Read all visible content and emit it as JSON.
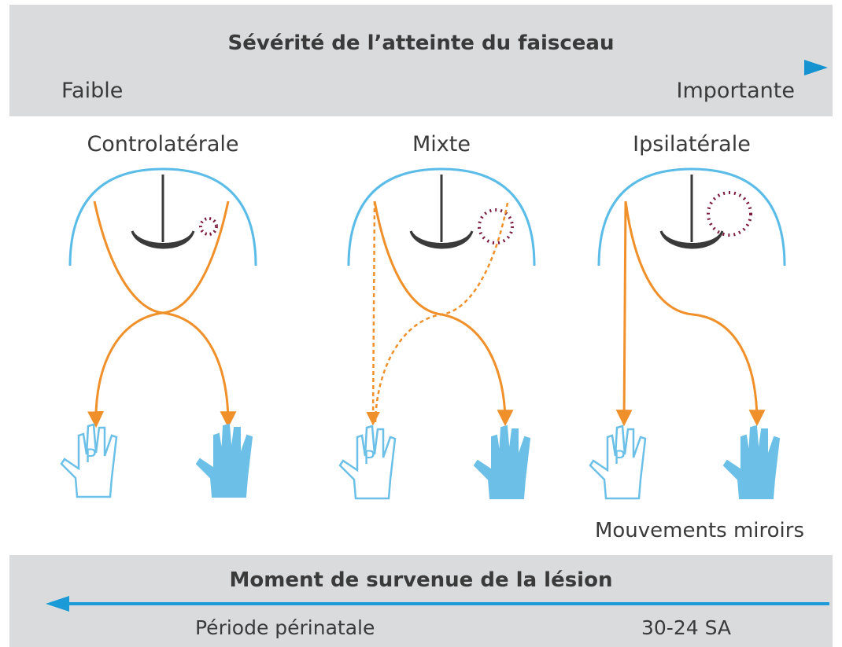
{
  "severity": {
    "title": "Sévérité de l’atteinte du faisceau",
    "low_label": "Faible",
    "high_label": "Importante"
  },
  "panels": [
    {
      "label": "Controlatérale",
      "hand_letter": "P"
    },
    {
      "label": "Mixte",
      "hand_letter": "P"
    },
    {
      "label": "Ipsilatérale",
      "hand_letter": "P"
    }
  ],
  "mirror_label": "Mouvements miroirs",
  "timing": {
    "title": "Moment de survenue de la lésion",
    "left_label": "Période périnatale",
    "right_label": "30-24 SA"
  },
  "colors": {
    "band": "#d9dbdc",
    "arrow_blue": "#1ea1d8",
    "orange": "#f0902a",
    "skull_blue": "#5bbce8",
    "hand_blue": "#6cc0e8",
    "dark": "#3a3a3a",
    "lesion": "#7a1a3d"
  }
}
